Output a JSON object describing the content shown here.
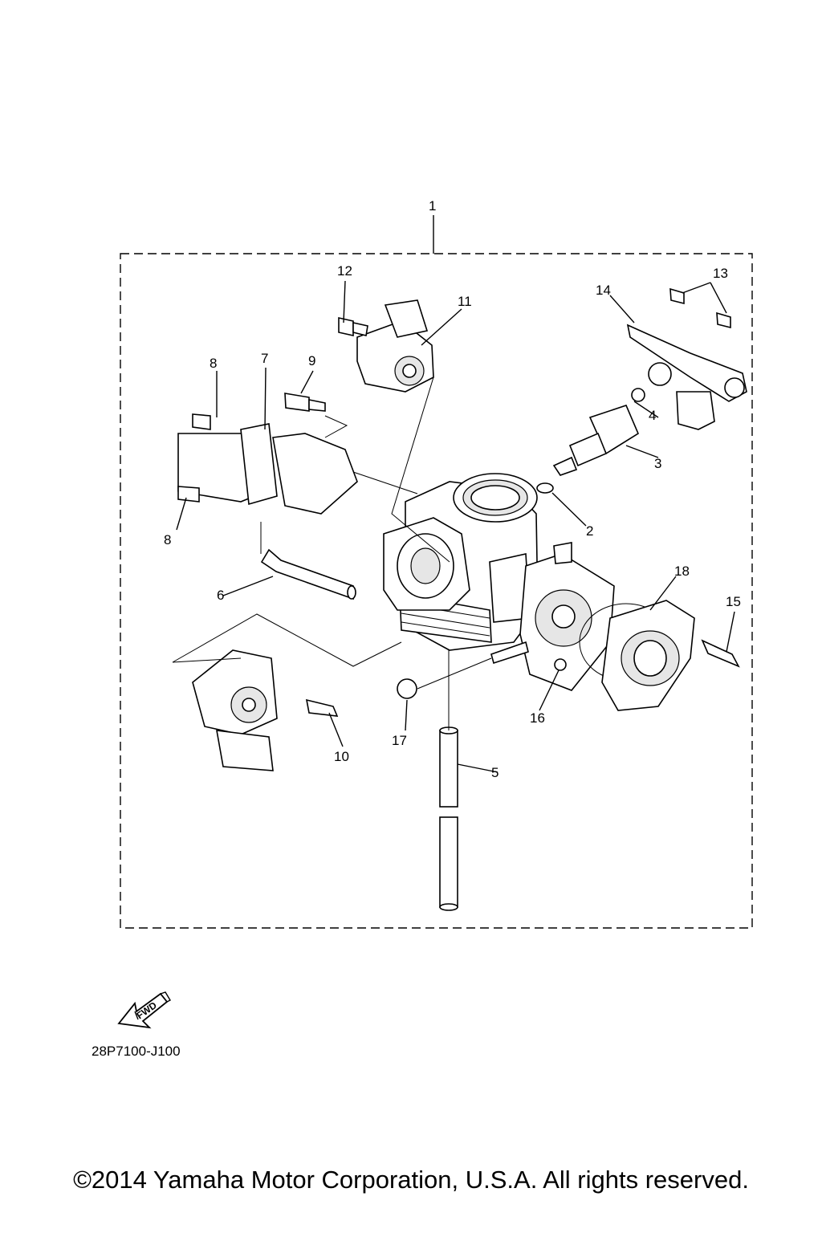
{
  "callouts": {
    "c1": "1",
    "c2": "2",
    "c3": "3",
    "c4": "4",
    "c5": "5",
    "c6": "6",
    "c7": "7",
    "c8a": "8",
    "c8b": "8",
    "c9": "9",
    "c10": "10",
    "c11": "11",
    "c12": "12",
    "c13": "13",
    "c14": "14",
    "c15": "15",
    "c16": "16",
    "c17": "17",
    "c18": "18"
  },
  "fwd_label": "FWD",
  "diagram_code": "28P7100-J100",
  "copyright": "©2014 Yamaha Motor Corporation, U.S.A. All rights reserved."
}
